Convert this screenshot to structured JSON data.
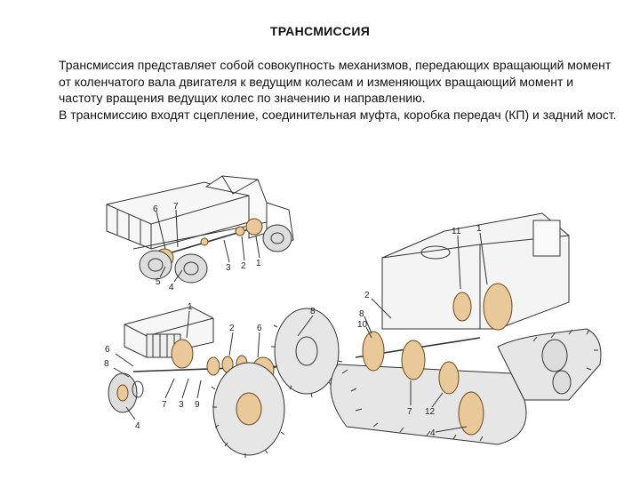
{
  "slide": {
    "title": "ТРАНСМИССИЯ",
    "paragraph_1": "Трансмиссия представляет собой совокупность механизмов, передающих вращающий момент от коленчатого вала двигателя к ведущим колесам и изменяющих  вращающий  момент  и частоту вращения ведущих колес по значению и направлению.",
    "paragraph_2": "В трансмиссию входят сцепление, соединительная муфта, коробка передач (КП) и задний мост."
  },
  "figures": {
    "truck_labels": [
      "6",
      "7",
      "5",
      "4",
      "3",
      "2",
      "1"
    ],
    "tractor_labels": [
      "1",
      "2",
      "6",
      "6",
      "8",
      "7",
      "3",
      "9",
      "4",
      "8"
    ],
    "crawler_labels": [
      "11",
      "1",
      "2",
      "8",
      "10",
      "7",
      "12",
      "4"
    ]
  }
}
